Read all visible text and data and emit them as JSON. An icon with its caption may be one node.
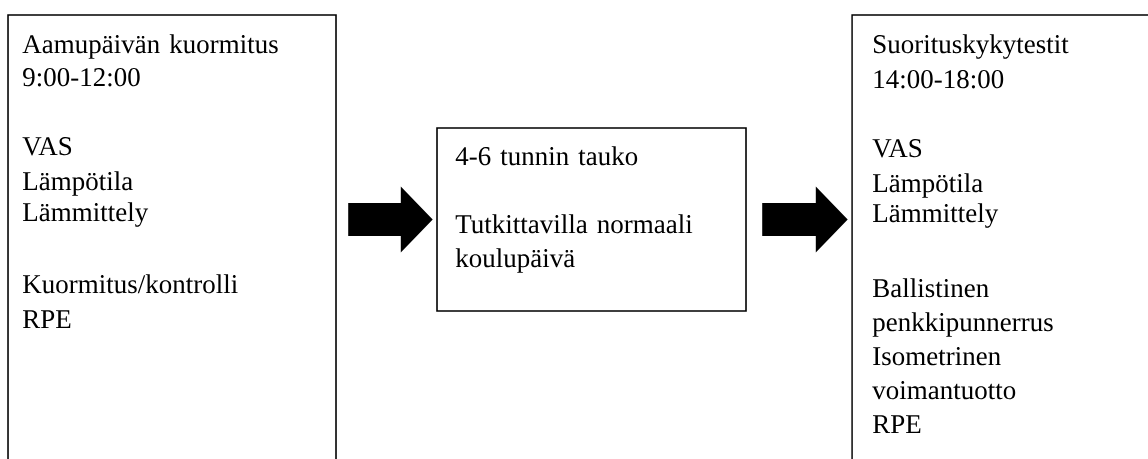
{
  "diagram": {
    "nodes": [
      {
        "text": [
          "Aamupäivän kuormitus",
          "9:00-12:00",
          "VAS",
          "Lämpötila",
          "Lämmittely",
          "Kuormitus/kontrolli",
          "RPE"
        ]
      },
      {
        "text": [
          "4-6 tunnin tauko",
          "Tutkittavilla normaali koulupäivä"
        ]
      },
      {
        "text": [
          "Suorituskykytestit",
          "14:00-18:00",
          "VAS",
          "Lämpötila",
          "Lämmittely",
          "Ballistinen penkkipunnerrus",
          "Isometrinen voimantuotto",
          "RPE"
        ]
      }
    ],
    "edges": [
      {
        "from": 0,
        "to": 1,
        "arrow": "to"
      },
      {
        "from": 1,
        "to": 2,
        "arrow": "to"
      }
    ]
  }
}
